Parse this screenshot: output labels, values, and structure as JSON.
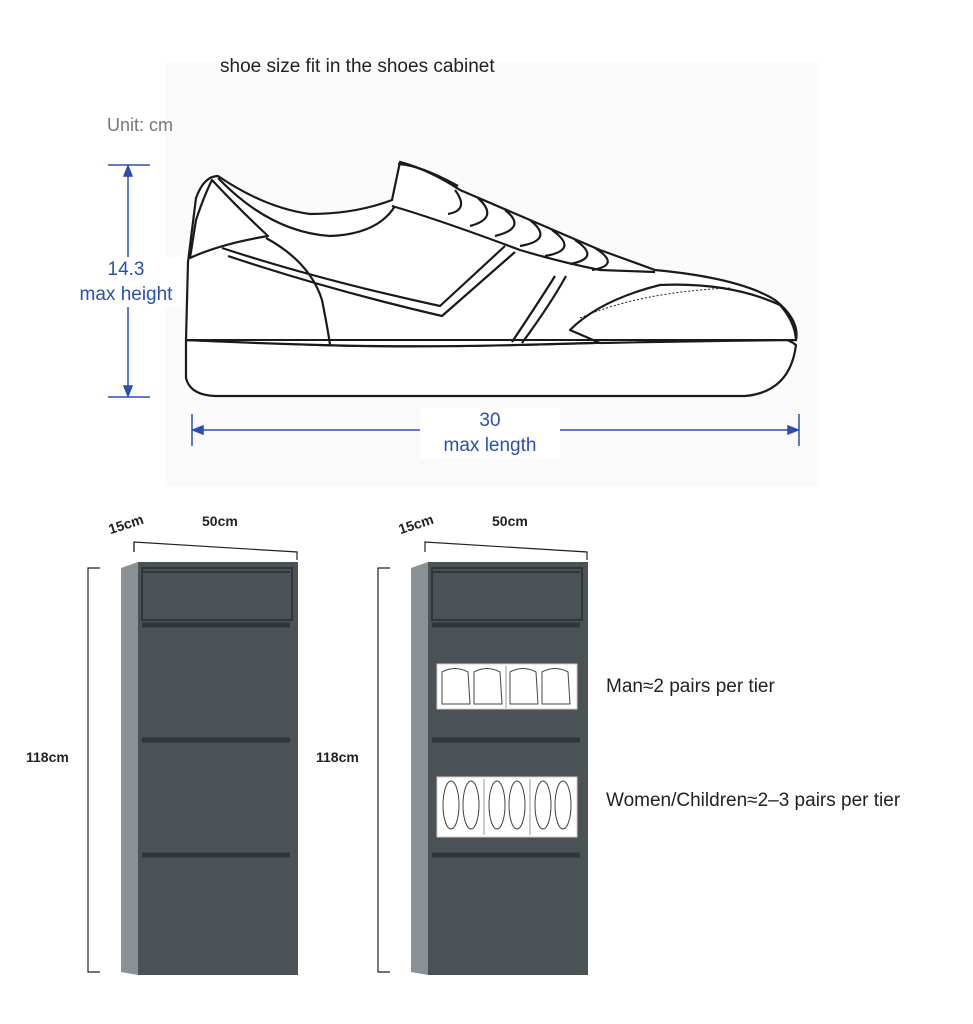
{
  "title": "shoe size fit in the shoes cabinet",
  "unit_label": "Unit: cm",
  "height": {
    "value": "14.3",
    "label": "max height"
  },
  "length": {
    "value": "30",
    "label": "max length"
  },
  "cabinets": [
    {
      "depth": "15cm",
      "width": "50cm",
      "height": "118cm"
    },
    {
      "depth": "15cm",
      "width": "50cm",
      "height": "118cm"
    }
  ],
  "captions": {
    "man": "Man≈2 pairs per tier",
    "women": "Women/Children≈2–3 pairs per tier"
  },
  "colors": {
    "accent": "#2b4fb0",
    "cabinet": "#4a5256",
    "cabinet_side": "#8a9196"
  }
}
